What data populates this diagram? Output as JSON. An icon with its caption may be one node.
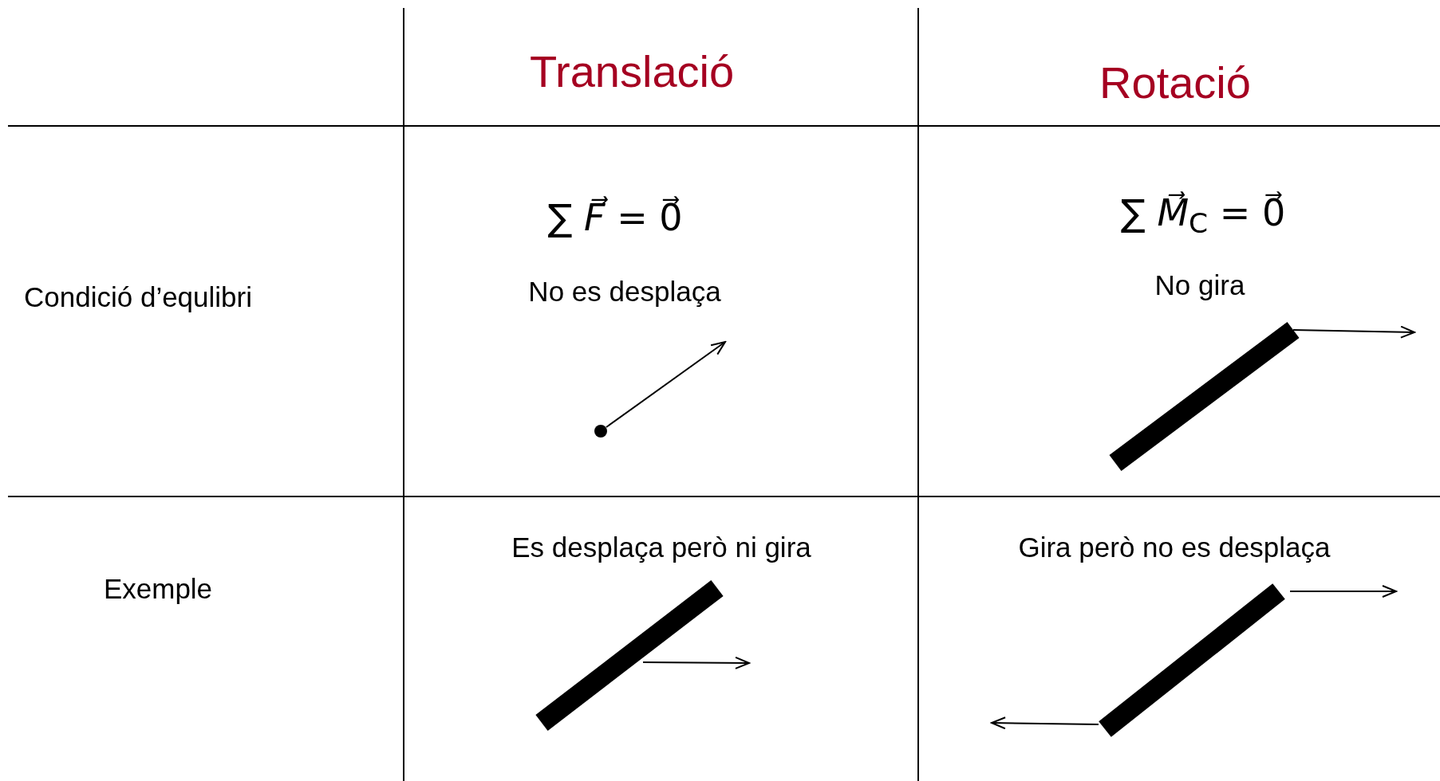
{
  "diagram": {
    "labels": [
      "Translació",
      "Rotació",
      "Condició d’equlibri",
      "∑ *F⃗* = 0⃗",
      "No es desplaça",
      "∑ *M⃗*$_{C}$ = 0⃗",
      "No gira",
      "Exemple",
      "Es desplaça però ni gira",
      "Gira però no es desplaça"
    ]
  }
}
